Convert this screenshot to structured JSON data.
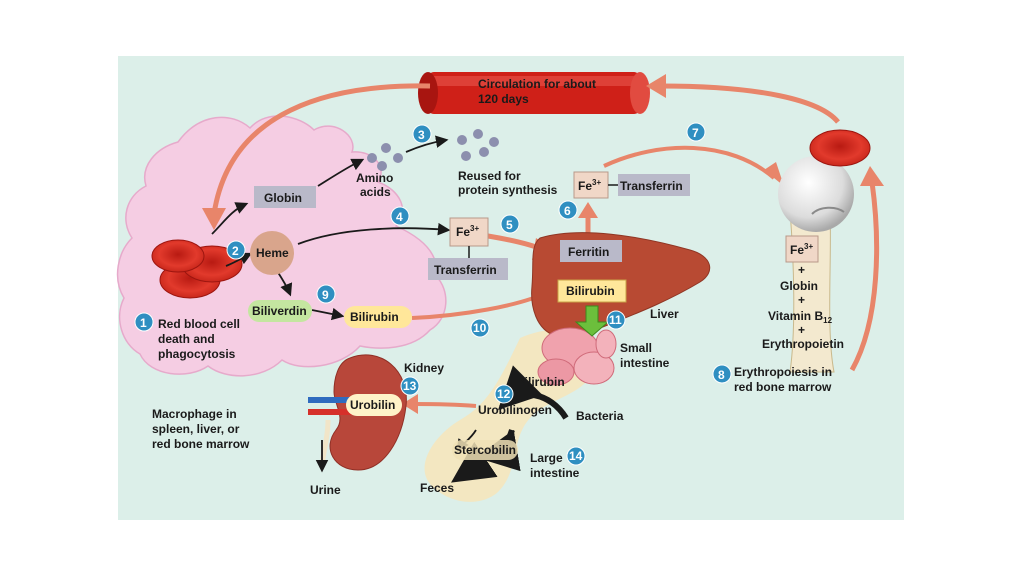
{
  "colors": {
    "background": "#dcefe9",
    "macrophage": "#f5cde3",
    "rbc": "#d9281e",
    "arrow": "#e8856a",
    "arrow_dark": "#1a1a1a",
    "gray_box": "#b9b9c9",
    "heme_circle": "#d9a58c",
    "biliverdin_box": "#c4e6a0",
    "bilirubin_box": "#ffe79a",
    "liver": "#b84a33",
    "number_badge": "#2f8fc1",
    "intestine": "#f3e6bf"
  },
  "labels": {
    "circulation_line1": "Circulation for about",
    "circulation_line2": "120 days",
    "globin": "Globin",
    "heme": "Heme",
    "amino_line1": "Amino",
    "amino_line2": "acids",
    "reused_line1": "Reused for",
    "reused_line2": "protein synthesis",
    "fe": "Fe",
    "fe_sup": "3+",
    "transferrin": "Transferrin",
    "transferrin_top": "Transferrin",
    "ferritin": "Ferritin",
    "bilirubin_liver": "Bilirubin",
    "liver": "Liver",
    "biliverdin": "Biliverdin",
    "bilirubin_macro": "Bilirubin",
    "rbc_death_line1": "Red blood cell",
    "rbc_death_line2": "death and",
    "rbc_death_line3": "phagocytosis",
    "macrophage_line1": "Macrophage in",
    "macrophage_line2": "spleen, liver, or",
    "macrophage_line3": "red bone marrow",
    "small_int_line1": "Small",
    "small_int_line2": "intestine",
    "bilirubin_int": "Bilirubin",
    "urobilinogen": "Urobilinogen",
    "bacteria": "Bacteria",
    "stercobilin": "Stercobilin",
    "large_int_line1": "Large",
    "large_int_line2": "intestine",
    "feces": "Feces",
    "kidney": "Kidney",
    "urobilin": "Urobilin",
    "urine": "Urine",
    "marrow_fe": "Fe",
    "marrow_fe_sup": "3+",
    "plus1": "+",
    "marrow_globin": "Globin",
    "plus2": "+",
    "vitamin": "Vitamin B",
    "vitamin_sub": "12",
    "plus3": "+",
    "erythropoietin": "Erythropoietin",
    "erythro_line1": "Erythropoiesis in",
    "erythro_line2": "red bone marrow"
  },
  "numbers": [
    "1",
    "2",
    "3",
    "4",
    "5",
    "6",
    "7",
    "8",
    "9",
    "10",
    "11",
    "12",
    "13",
    "14"
  ]
}
